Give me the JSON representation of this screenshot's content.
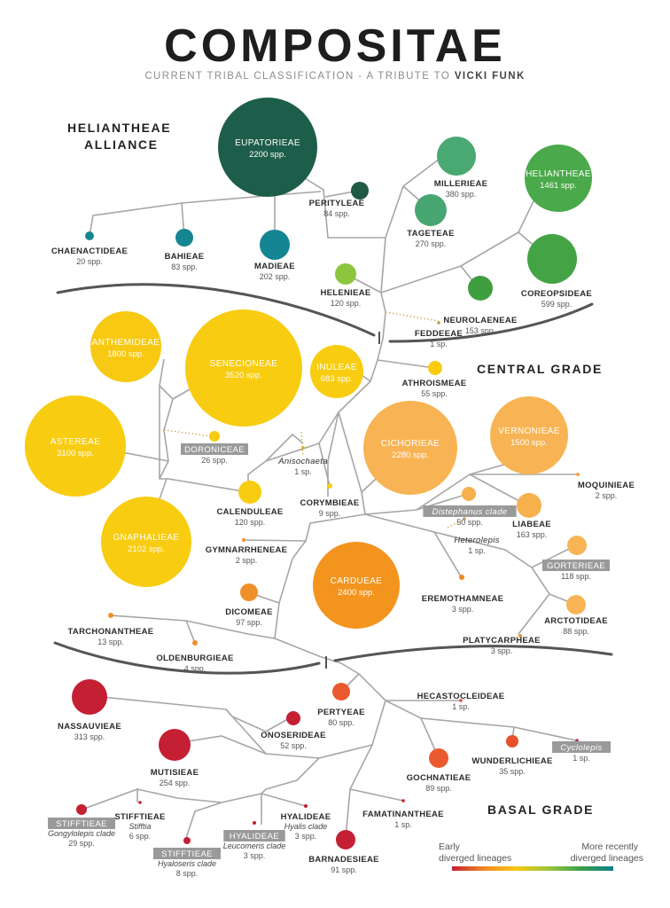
{
  "header": {
    "title": "COMPOSITAE",
    "subtitle_prefix": "CURRENT TRIBAL CLASSIFICATION - A TRIBUTE TO",
    "subtitle_name": "VICKI FUNK"
  },
  "groups": {
    "heliantheae_line1": "HELIANTHEAE",
    "heliantheae_line2": "ALLIANCE",
    "central": "CENTRAL GRADE",
    "basal": "BASAL GRADE"
  },
  "legend": {
    "early": "Early diverged lineages",
    "recent": "More recently diverged lineages",
    "gradient": [
      "#c51f33",
      "#f08a24",
      "#f6c814",
      "#9cc43c",
      "#3aa04a",
      "#0e7e8a"
    ]
  },
  "tribes": [
    {
      "id": "eupatorieae",
      "name": "EUPATORIEAE",
      "spp": "2200 spp.",
      "color": "#1d5e4a",
      "label": "inside"
    },
    {
      "id": "perityleae",
      "name": "PERITYLEAE",
      "spp": "84 spp.",
      "color": "#1e5a44",
      "label": "outside"
    },
    {
      "id": "millerieae",
      "name": "MILLERIEAE",
      "spp": "380 spp.",
      "color": "#4aa872",
      "label": "outside"
    },
    {
      "id": "tageteae",
      "name": "TAGETEAE",
      "spp": "270 spp.",
      "color": "#48a672",
      "label": "outside"
    },
    {
      "id": "heliantheae",
      "name": "HELIANTHEAE",
      "spp": "1461 spp.",
      "color": "#4aa94a",
      "label": "inside"
    },
    {
      "id": "coreopsideae",
      "name": "COREOPSIDEAE",
      "spp": "599 spp.",
      "color": "#44a344",
      "label": "outside"
    },
    {
      "id": "neurolaeneae",
      "name": "NEUROLAENEAE",
      "spp": "153 spp.",
      "color": "#3f9e3f",
      "label": "outside"
    },
    {
      "id": "helenieae",
      "name": "HELENIEAE",
      "spp": "120 spp.",
      "color": "#8cc63f",
      "label": "outside"
    },
    {
      "id": "feddeeae",
      "name": "FEDDEEAE",
      "spp": "1 sp.",
      "color": "#b6a24a",
      "label": "outside"
    },
    {
      "id": "madieae",
      "name": "MADIEAE",
      "spp": "202 spp.",
      "color": "#138593",
      "label": "outside"
    },
    {
      "id": "bahieae",
      "name": "BAHIEAE",
      "spp": "83 spp.",
      "color": "#148591",
      "label": "outside"
    },
    {
      "id": "chaenactideae",
      "name": "CHAENACTIDEAE",
      "spp": "20 spp.",
      "color": "#158892",
      "label": "outside"
    },
    {
      "id": "anthemideae",
      "name": "ANTHEMIDEAE",
      "spp": "1800 spp.",
      "color": "#f7c912",
      "label": "inside"
    },
    {
      "id": "senecioneae",
      "name": "SENECIONEAE",
      "spp": "3520 spp.",
      "color": "#f8cc10",
      "label": "inside"
    },
    {
      "id": "inuleae",
      "name": "INULEAE",
      "spp": "683 spp.",
      "color": "#f8cc10",
      "label": "inside"
    },
    {
      "id": "athroismeae",
      "name": "ATHROISMEAE",
      "spp": "55 spp.",
      "color": "#f8cc10",
      "label": "outside"
    },
    {
      "id": "astereae",
      "name": "ASTEREAE",
      "spp": "3100 spp.",
      "color": "#f8cc10",
      "label": "inside"
    },
    {
      "id": "doroniceae",
      "name": "DORONICEAE",
      "spp": "26 spp.",
      "color": "#f8cc10",
      "label": "outside",
      "boxed": true
    },
    {
      "id": "anisochaeta",
      "name": "Anisochaeta",
      "spp": "1 sp.",
      "color": "#e0b020",
      "label": "outside",
      "italic": true
    },
    {
      "id": "calenduleae",
      "name": "CALENDULEAE",
      "spp": "120 spp.",
      "color": "#f8cc10",
      "label": "outside"
    },
    {
      "id": "gnaphalieae",
      "name": "GNAPHALIEAE",
      "spp": "2102 spp.",
      "color": "#f8cc10",
      "label": "inside"
    },
    {
      "id": "corymbieae",
      "name": "CORYMBIEAE",
      "spp": "9 spp.",
      "color": "#f8cc10",
      "label": "outside"
    },
    {
      "id": "cichorieae",
      "name": "CICHORIEAE",
      "spp": "2280 spp.",
      "color": "#f8b454",
      "label": "inside"
    },
    {
      "id": "vernonieae",
      "name": "VERNONIEAE",
      "spp": "1500 spp.",
      "color": "#f8b454",
      "label": "inside"
    },
    {
      "id": "moquinieae",
      "name": "MOQUINIEAE",
      "spp": "2 spp.",
      "color": "#f5a24c",
      "label": "outside"
    },
    {
      "id": "distephanus",
      "name": "Distephanus clade",
      "spp": "50 spp.",
      "color": "#f6b04c",
      "label": "outside",
      "boxed": true,
      "italic": true
    },
    {
      "id": "liabeae",
      "name": "LIABEAE",
      "spp": "163 spp.",
      "color": "#f6b04c",
      "label": "outside"
    },
    {
      "id": "heterolepis",
      "name": "Heterolepis",
      "spp": "1 sp.",
      "color": "#c0a060",
      "label": "outside",
      "italic": true
    },
    {
      "id": "gymnarrheneae",
      "name": "GYMNARRHENEAE",
      "spp": "2 spp.",
      "color": "#f0902a",
      "label": "outside"
    },
    {
      "id": "cardueae",
      "name": "CARDUEAE",
      "spp": "2400 spp.",
      "color": "#f3941f",
      "label": "inside"
    },
    {
      "id": "eremothamneae",
      "name": "EREMOTHAMNEAE",
      "spp": "3 spp.",
      "color": "#f08a24",
      "label": "outside"
    },
    {
      "id": "gortcrieae",
      "name": "GORTERIEAE",
      "spp": "118 spp.",
      "color": "#f8b454",
      "label": "outside",
      "boxed": true
    },
    {
      "id": "arctotideae",
      "name": "ARCTOTIDEAE",
      "spp": "88 spp.",
      "color": "#f8b454",
      "label": "outside"
    },
    {
      "id": "platycarpheae",
      "name": "PLATYCARPHEAE",
      "spp": "3 spp.",
      "color": "#f0902a",
      "label": "outside"
    },
    {
      "id": "dicomeae",
      "name": "DICOMEAE",
      "spp": "97 spp.",
      "color": "#f0902a",
      "label": "outside"
    },
    {
      "id": "tarchonantheae",
      "name": "TARCHONANTHEAE",
      "spp": "13 spp.",
      "color": "#f0902a",
      "label": "outside"
    },
    {
      "id": "oldenburgieae",
      "name": "OLDENBURGIEAE",
      "spp": "4 spp.",
      "color": "#f0902a",
      "label": "outside"
    },
    {
      "id": "pertyeae",
      "name": "PERTYEAE",
      "spp": "80 spp.",
      "color": "#ea5a2e",
      "label": "outside"
    },
    {
      "id": "hecastocleideae",
      "name": "HECASTOCLEIDEAE",
      "spp": "1 sp.",
      "color": "#e05040",
      "label": "outside"
    },
    {
      "id": "nassauvieae",
      "name": "NASSAUVIEAE",
      "spp": "313 spp.",
      "color": "#c41f33",
      "label": "outside"
    },
    {
      "id": "onoserideae",
      "name": "ONOSERIDEAE",
      "spp": "52 spp.",
      "color": "#c41f33",
      "label": "outside"
    },
    {
      "id": "mutisieae",
      "name": "MUTISIEAE",
      "spp": "254 spp.",
      "color": "#c41f33",
      "label": "outside"
    },
    {
      "id": "gochnatieae",
      "name": "GOCHNATIEAE",
      "spp": "89 spp.",
      "color": "#ea5a2e",
      "label": "outside"
    },
    {
      "id": "wunderlichieae",
      "name": "WUNDERLICHIEAE",
      "spp": "35 spp.",
      "color": "#e8502c",
      "label": "outside"
    },
    {
      "id": "cyclolepis",
      "name": "Cyclolepis",
      "spp": "1 sp.",
      "color": "#b03060",
      "label": "outside",
      "boxed": true,
      "italic": true
    },
    {
      "id": "stifftieae1",
      "name": "STIFFTIEAE",
      "spp": "Gongylolepis clade",
      "spp2": "29 spp.",
      "color": "#c41f33",
      "label": "outside",
      "boxed": true
    },
    {
      "id": "stifftieae2",
      "name": "STIFFTIEAE",
      "spp": "Stifftia",
      "spp2": "6 spp.",
      "color": "#c41f33",
      "label": "outside"
    },
    {
      "id": "stifftieae3",
      "name": "STIFFTIEAE",
      "spp": "Hyaloseris clade",
      "spp2": "8 spp.",
      "color": "#c41f33",
      "label": "outside",
      "boxed": true
    },
    {
      "id": "hyalideae1",
      "name": "HYALIDEAE",
      "spp": "Leucomeris clade",
      "spp2": "3 spp.",
      "color": "#c41f33",
      "label": "outside",
      "boxed": true
    },
    {
      "id": "hyalideae2",
      "name": "HYALIDEAE",
      "spp": "Hyalis clade",
      "spp2": "3 spp.",
      "color": "#c41f33",
      "label": "outside"
    },
    {
      "id": "famatinantheae",
      "name": "FAMATINANTHEAE",
      "spp": "1 sp.",
      "color": "#c41f33",
      "label": "outside"
    },
    {
      "id": "barnadesieae",
      "name": "BARNADESIEAE",
      "spp": "91 spp.",
      "color": "#c41f33",
      "label": "outside"
    }
  ]
}
